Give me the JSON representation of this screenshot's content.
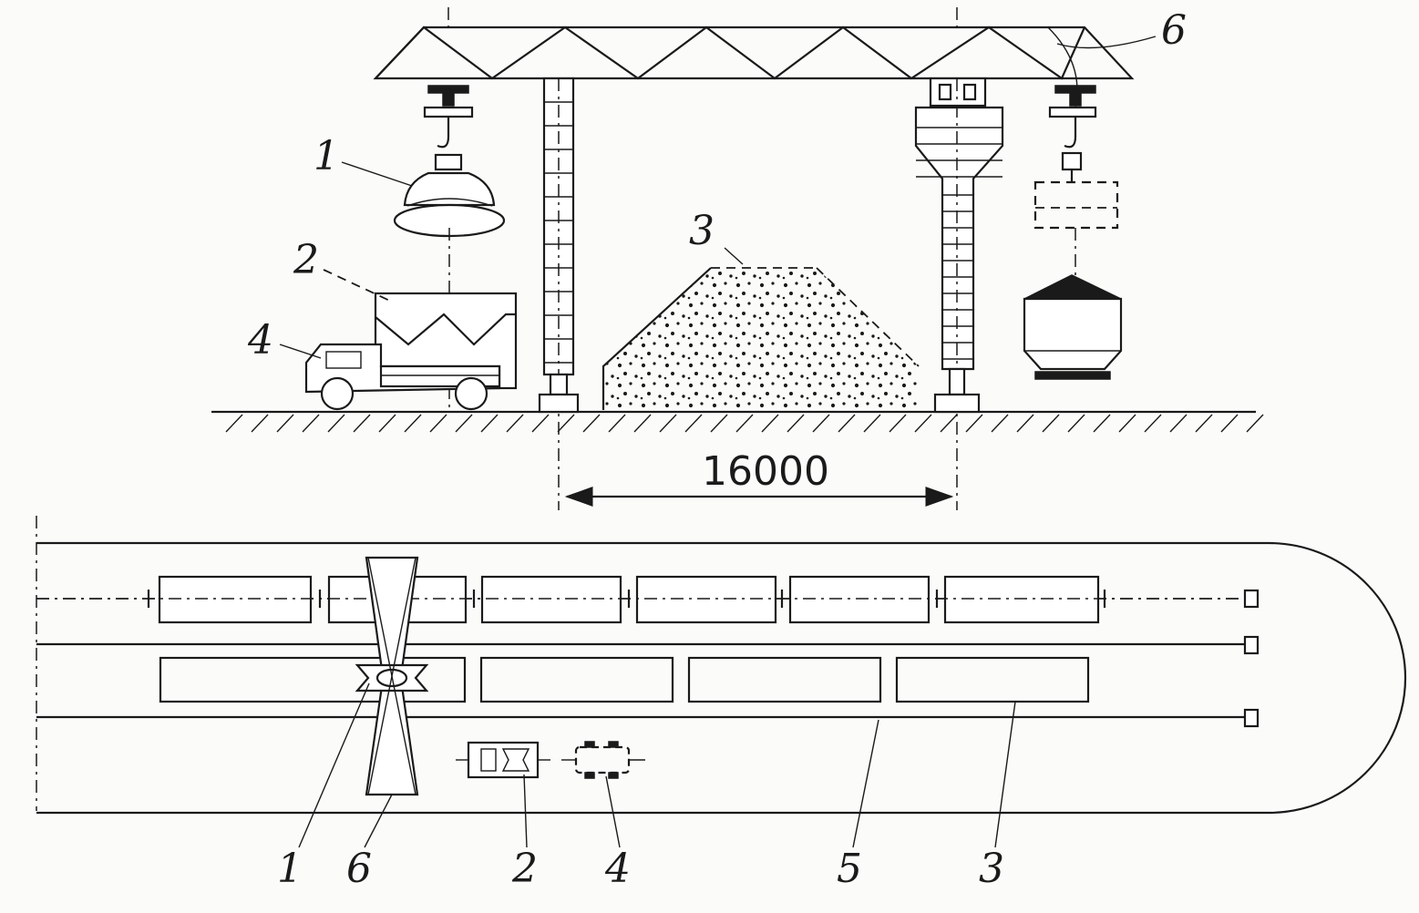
{
  "elevation_view": {
    "labels": {
      "magnet_grab": "1",
      "hopper": "2",
      "stockpile": "3",
      "truck": "4",
      "gantry_crane": "6"
    },
    "span_dimension": "16000"
  },
  "plan_view": {
    "labels": {
      "magnet_grab": "1",
      "gantry_crane": "6",
      "hopper": "2",
      "truck": "4",
      "rail_track": "5",
      "stockpile": "3"
    }
  }
}
